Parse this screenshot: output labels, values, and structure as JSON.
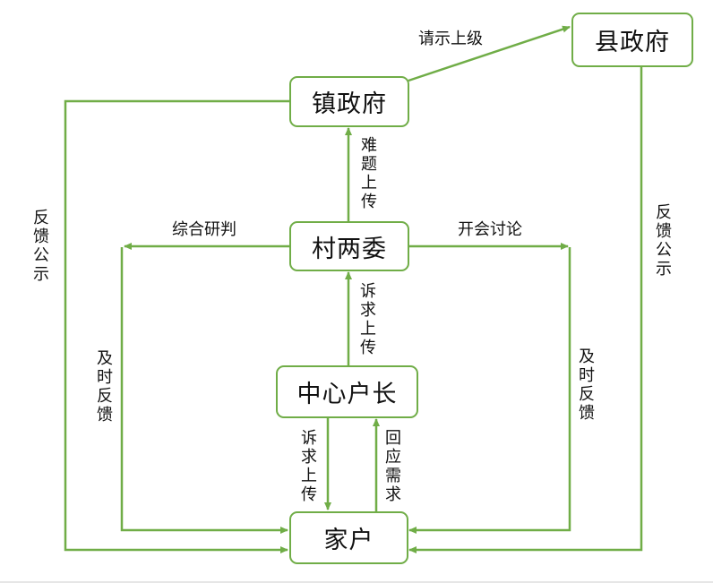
{
  "colors": {
    "edge": "#70ad47",
    "node_border": "#70ad47",
    "text": "#111111"
  },
  "nodes": {
    "county_government": "县政府",
    "town_government": "镇政府",
    "village_committees": "村两委",
    "central_household_head": "中心户长",
    "households": "家户"
  },
  "edges": [
    {
      "from": "town_government",
      "to": "county_government",
      "label": "请示上级"
    },
    {
      "from": "village_committees",
      "to": "town_government",
      "label": "难题上传"
    },
    {
      "from": "central_household_head",
      "to": "village_committees",
      "label": "诉求上传"
    },
    {
      "from": "central_household_head",
      "to": "households",
      "label": "诉求上传"
    },
    {
      "from": "households",
      "to": "central_household_head",
      "label": "回应需求"
    },
    {
      "from": "village_committees",
      "to": "left-branch",
      "label": "综合研判"
    },
    {
      "from": "left-branch",
      "to": "households",
      "label": "及时反馈"
    },
    {
      "from": "village_committees",
      "to": "right-branch",
      "label": "开会讨论"
    },
    {
      "from": "right-branch",
      "to": "households",
      "label": "及时反馈"
    },
    {
      "from": "town_government",
      "to": "households",
      "label": "反馈公示"
    },
    {
      "from": "county_government",
      "to": "households",
      "label": "反馈公示"
    }
  ],
  "labels": {
    "request_superior": "请示上级",
    "problem_upload": "难题上传",
    "appeal_upload_upper": "诉求上传",
    "appeal_upload_lower": "诉求上传",
    "respond_needs": "回应需求",
    "comprehensive_analysis": "综合研判",
    "meeting_discussion": "开会讨论",
    "timely_feedback_left": "及时反馈",
    "timely_feedback_right": "及时反馈",
    "feedback_publicity_left": "反馈公示",
    "feedback_publicity_right": "反馈公示"
  }
}
